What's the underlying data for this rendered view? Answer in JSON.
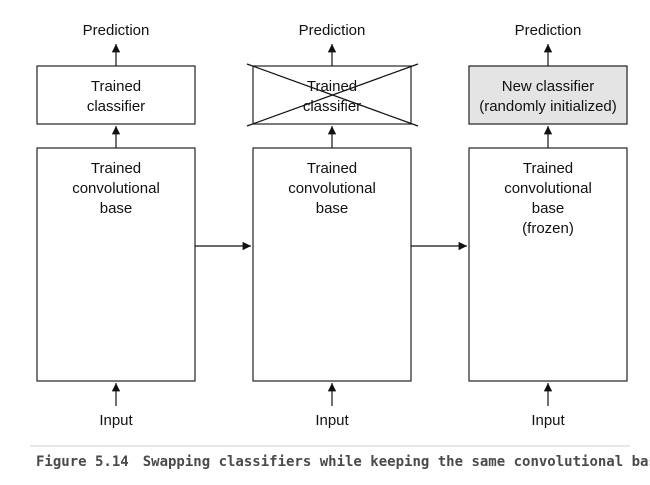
{
  "columns": [
    {
      "prediction": "Prediction",
      "classifier": [
        "Trained",
        "classifier"
      ],
      "base": [
        "Trained",
        "convolutional",
        "base"
      ],
      "input": "Input"
    },
    {
      "prediction": "Prediction",
      "classifier": [
        "Trained",
        "classifier"
      ],
      "classifier_crossed_out": true,
      "base": [
        "Trained",
        "convolutional",
        "base"
      ],
      "input": "Input"
    },
    {
      "prediction": "Prediction",
      "classifier": [
        "New classifier",
        "(randomly initialized)"
      ],
      "classifier_shaded": true,
      "base": [
        "Trained",
        "convolutional",
        "base",
        "(frozen)"
      ],
      "input": "Input"
    }
  ],
  "caption": {
    "number": "Figure 5.14",
    "text": "Swapping classifiers while keeping the same convolutional base"
  },
  "colors": {
    "stroke": "#222222",
    "shaded_fill": "#e4e4e4",
    "caption": "#4a4a4a"
  }
}
